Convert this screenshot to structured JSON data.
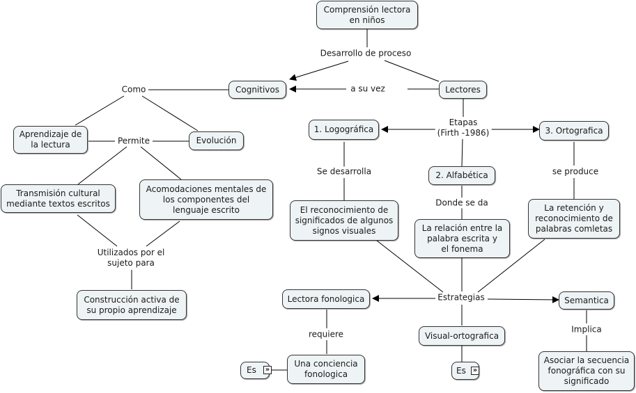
{
  "concepts": {
    "comprension": "Comprensión lectora\nen niños",
    "cognitivos": "Cognitivos",
    "lectores": "Lectores",
    "aprendizaje": "Aprendizaje de\nla lectura",
    "evolucion": "Evolución",
    "transmision": "Transmisión cultural\nmediante textos escritos",
    "acomodaciones": "Acomodaciones mentales de\nlos componentes del\nlenguaje escrito",
    "construccion": "Construcción activa de\nsu propio aprendizaje",
    "logografica": "1. Logográfica",
    "alfabetica": "2. Alfabética",
    "ortografica": "3. Ortografica",
    "reconocimiento_signos": "El reconocimiento de\nsignificados de algunos\nsignos visuales",
    "relacion": "La relación entre la\npalabra escrita y\nel fonema",
    "retencion": "La retención y\nreconocimiento de\npalabras comletas",
    "lectora_fonologica": "Lectora fonologica",
    "visual_ortografica": "Visual-ortografica",
    "semantica": "Semantica",
    "conciencia": "Una conciencia\nfonologica",
    "asociar": "Asociar la secuencia\nfonográfica con su\nsignificado",
    "es_left": "Es",
    "es_center": "Es"
  },
  "linking_phrases": {
    "desarrollo": "Desarrollo de proceso",
    "a_su_vez": "a su vez",
    "como": "Como",
    "permite": "Permite",
    "utilizados": "Utilizados por el\nsujeto para",
    "etapas": "Etapas\n(Firth -1986)",
    "se_desarrolla": "Se desarrolla",
    "donde_se_da": "Donde se da",
    "se_produce": "se produce",
    "estrategias": "Estrategias",
    "requiere": "requiere",
    "implica": "Implica"
  },
  "icons": {
    "expand": "double-chevron-right"
  },
  "colors": {
    "node_fill": "#eef3f5",
    "line": "#000000"
  }
}
